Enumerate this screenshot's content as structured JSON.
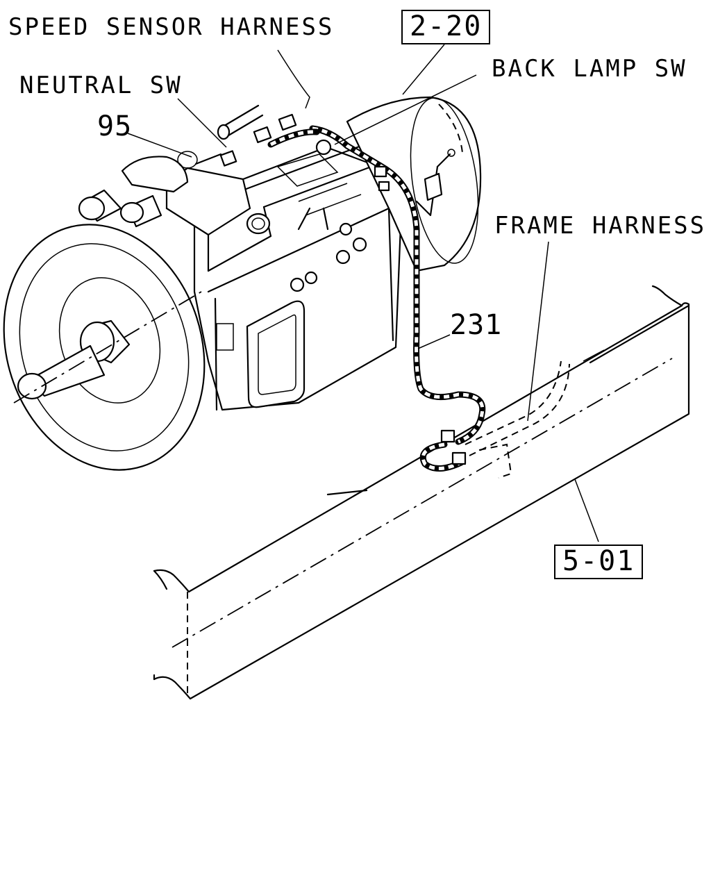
{
  "labels": {
    "speed_sensor_harness": "SPEED SENSOR HARNESS",
    "neutral_sw": "NEUTRAL SW",
    "back_lamp_sw": "BACK LAMP SW",
    "frame_harness": "FRAME HARNESS",
    "part_95": "95",
    "part_231": "231",
    "ref_2_20": "2-20",
    "ref_5_01": "5-01"
  }
}
